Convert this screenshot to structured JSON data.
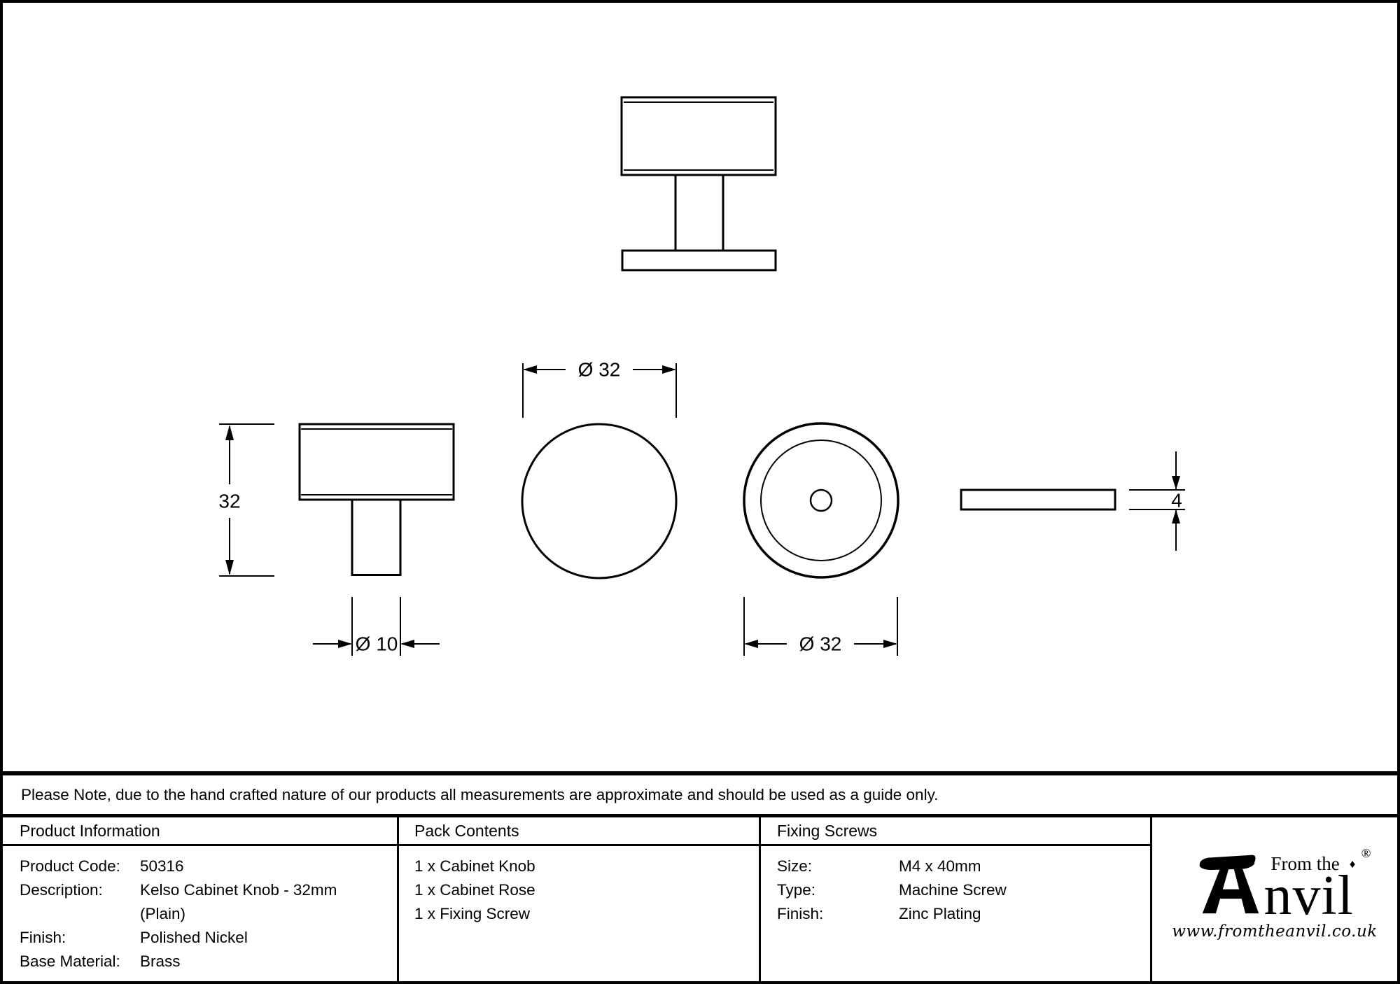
{
  "drawing": {
    "dims": {
      "knob_height": "32",
      "stem_diameter": "Ø 10",
      "knob_diameter": "Ø 32",
      "rose_diameter": "Ø 32",
      "rose_thickness": "4"
    }
  },
  "note": {
    "text": "Please Note, due to the hand crafted nature of our products all measurements are approximate and should be used as a guide only."
  },
  "table": {
    "product_info": {
      "header": "Product Information",
      "rows": [
        {
          "label": "Product Code:",
          "value": "50316"
        },
        {
          "label": "Description:",
          "value": "Kelso Cabinet Knob - 32mm",
          "value2": "(Plain)"
        },
        {
          "label": "Finish:",
          "value": "Polished Nickel"
        },
        {
          "label": "Base Material:",
          "value": "Brass"
        }
      ]
    },
    "pack_contents": {
      "header": "Pack Contents",
      "items": [
        "1 x Cabinet Knob",
        "1 x Cabinet Rose",
        "1 x Fixing Screw"
      ]
    },
    "fixing_screws": {
      "header": "Fixing Screws",
      "rows": [
        {
          "label": "Size:",
          "value": "M4 x 40mm"
        },
        {
          "label": "Type:",
          "value": "Machine Screw"
        },
        {
          "label": "Finish:",
          "value": "Zinc Plating"
        }
      ]
    }
  },
  "logo": {
    "tagline": "From the",
    "diamond": "♦",
    "name_rest": "nvil",
    "registered": "®",
    "url": "www.fromtheanvil.co.uk"
  },
  "colors": {
    "ink": "#000000",
    "paper": "#ffffff"
  }
}
